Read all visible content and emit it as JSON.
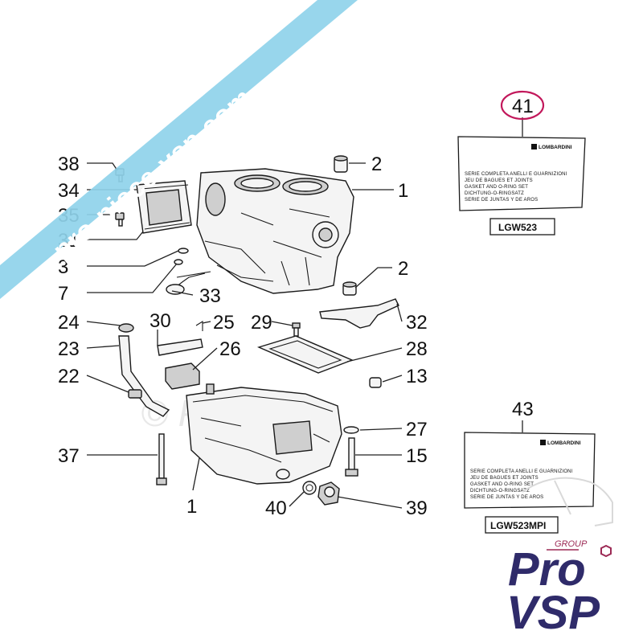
{
  "banner": {
    "text": "pro-piece-vsp.com",
    "color": "#8fd3ea"
  },
  "watermark": {
    "text": "© ProVSP"
  },
  "callouts": {
    "n38": "38",
    "n34": "34",
    "n35": "35",
    "n31": "31",
    "n3": "3",
    "n7": "7",
    "n33": "33",
    "n2a": "2",
    "n1a": "1",
    "n2b": "2",
    "n24": "24",
    "n30": "30",
    "n25": "25",
    "n29": "29",
    "n32": "32",
    "n23": "23",
    "n26": "26",
    "n28": "28",
    "n22": "22",
    "n13": "13",
    "n27": "27",
    "n37": "37",
    "n15": "15",
    "n1b": "1",
    "n40": "40",
    "n39": "39",
    "n41": "41",
    "n43": "43"
  },
  "kit_41": {
    "brand": "LOMBARDINI",
    "lines": [
      "SERIE COMPLETA ANELLI E GUARNIZIONI",
      "JEU DE BAGUES ET JOINTS",
      "GASKET AND O-RING SET",
      "DICHTUNG-O-RINGSATZ",
      "SERIE DE JUNTAS Y DE AROS"
    ],
    "code": "LGW523",
    "highlight_color": "#c2185b"
  },
  "kit_43": {
    "brand": "LOMBARDINI",
    "lines": [
      "SERIE COMPLETA ANELLI E GUARNIZIONI",
      "JEU DE BAGUES ET JOINTS",
      "GASKET AND O-RING SET",
      "DICHTUNG-O-RINGSATZ",
      "SERIE DE JUNTAS Y DE AROS"
    ],
    "code": "LGW523MPI"
  },
  "logo": {
    "group": "GROUP",
    "line1": "Pro",
    "line2": "VSP",
    "accent": "#9c2a55",
    "primary": "#2f2b6a"
  }
}
